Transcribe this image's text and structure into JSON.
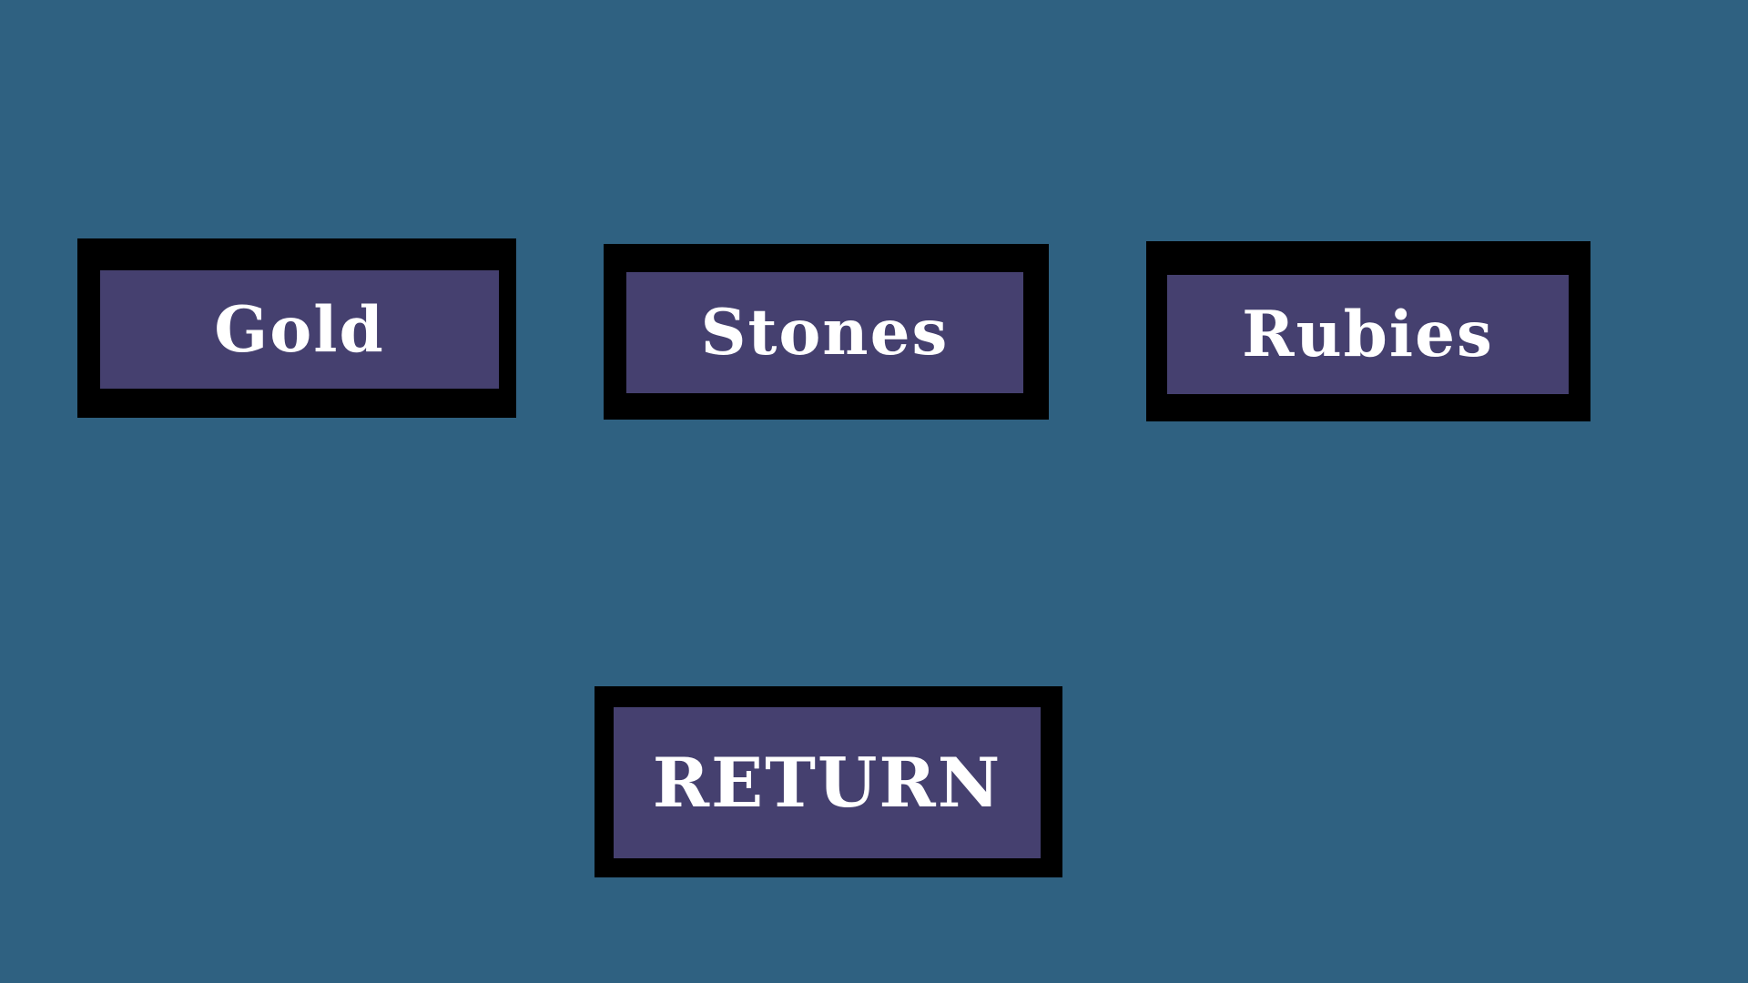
{
  "screen": {
    "background_color": "#2f6181",
    "button_fill_color": "#45406f",
    "button_border_color": "#000000",
    "button_text_color": "#ffffff"
  },
  "menu": {
    "buttons": [
      {
        "id": "gold",
        "label": "Gold"
      },
      {
        "id": "stones",
        "label": "Stones"
      },
      {
        "id": "rubies",
        "label": "Rubies"
      }
    ],
    "return_button": {
      "label": "RETURN"
    }
  }
}
